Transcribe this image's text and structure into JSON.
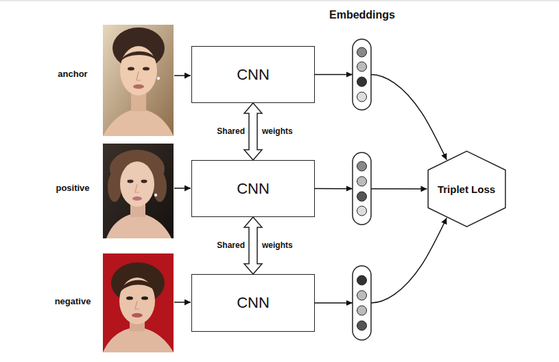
{
  "diagram": {
    "nodes": [
      {
        "text": [
          "CNN"
        ]
      },
      {
        "text": [
          "CNN"
        ]
      },
      {
        "text": [
          "CNN"
        ]
      },
      {
        "text": [
          "Triplet Loss"
        ]
      }
    ],
    "edges": [
      {
        "from": 0,
        "to": 1,
        "arrow": "both"
      },
      {
        "from": 1,
        "to": 2,
        "arrow": "both"
      },
      {
        "from": 0,
        "to": 3,
        "arrow": "to"
      },
      {
        "from": 1,
        "to": 3,
        "arrow": "to"
      },
      {
        "from": 2,
        "to": 3,
        "arrow": "to"
      }
    ],
    "labels": [
      "Embeddings",
      "anchor",
      "positive",
      "negative",
      "Shared",
      "weights",
      "Shared",
      "weights"
    ]
  }
}
